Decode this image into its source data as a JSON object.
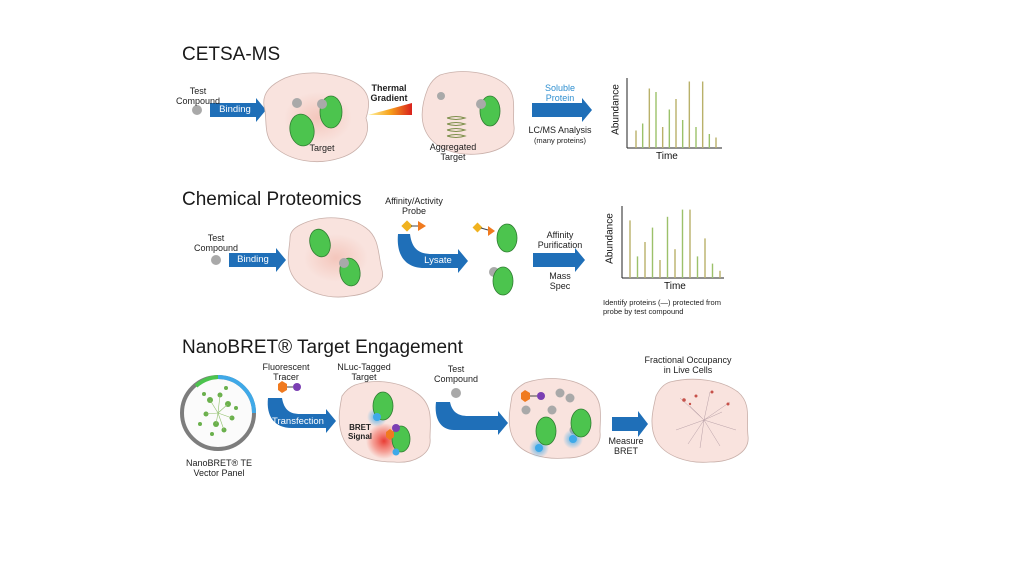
{
  "cetsa": {
    "title": "CETSA-MS",
    "test_compound": [
      "Test",
      "Compound"
    ],
    "binding": "Binding",
    "thermal_gradient": [
      "Thermal",
      "Gradient"
    ],
    "target": "Target",
    "aggregated_target": [
      "Aggregated",
      "Target"
    ],
    "soluble_protein": [
      "Soluble",
      "Protein"
    ],
    "lcms": [
      "LC/MS Analysis"
    ],
    "lcms_sub": "(many proteins)",
    "ylabel": "Abundance",
    "xlabel": "Time"
  },
  "chemprot": {
    "title": "Chemical Proteomics",
    "probe": [
      "Affinity/Activity",
      "Probe"
    ],
    "test_compound": [
      "Test",
      "Compound"
    ],
    "binding": "Binding",
    "lysate": "Lysate",
    "affinity_purification": [
      "Affinity",
      "Purification"
    ],
    "mass_spec": [
      "Mass",
      "Spec"
    ],
    "ylabel": "Abundance",
    "xlabel": "Time",
    "identify_note": [
      "Identify proteins (—) protected from",
      "probe by test compound"
    ]
  },
  "nanobret": {
    "title": "NanoBRET® Target Engagement",
    "fluorescent_tracer": [
      "Fluorescent",
      "Tracer"
    ],
    "nluc_target": [
      "NLuc-Tagged",
      "Target"
    ],
    "test_compound": [
      "Test",
      "Compound"
    ],
    "fractional_occupancy": [
      "Fractional Occupancy",
      "in Live Cells"
    ],
    "transfection": "Transfection",
    "bret_signal": [
      "BRET",
      "Signal"
    ],
    "measure_bret": [
      "Measure",
      "BRET"
    ],
    "vector_panel": [
      "NanoBRET® TE",
      "Vector Panel"
    ]
  },
  "colors": {
    "arrow_blue": "#1f6fb8",
    "cell_fill": "#f9e3de",
    "protein_green": "#4cc44e",
    "compound_gray": "#a9a9a9",
    "peak_olive": "#b9b16a",
    "peak_green": "#9cc16a",
    "tracer_orange": "#f07a1f",
    "tracer_purple": "#7b3fb3",
    "nluc_blue": "#3fa9e8",
    "bret_red": "#e8322a"
  },
  "chart_data": [
    {
      "type": "bar",
      "xlabel": "Time",
      "ylabel": "Abundance",
      "values": [
        0.25,
        0.35,
        0.85,
        0.8,
        0.3,
        0.55,
        0.7,
        0.4,
        0.95,
        0.3,
        0.95,
        0.2,
        0.15
      ]
    },
    {
      "type": "bar",
      "xlabel": "Time",
      "ylabel": "Abundance",
      "values": [
        0.8,
        0.3,
        0.5,
        0.7,
        0.25,
        0.85,
        0.4,
        0.95,
        0.95,
        0.3,
        0.55,
        0.2,
        0.1
      ]
    }
  ]
}
